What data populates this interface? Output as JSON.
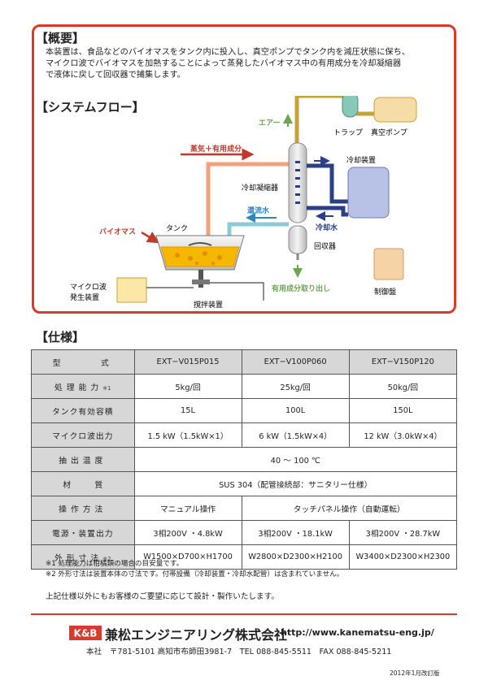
{
  "overview": {
    "heading": "【概要】",
    "lines": [
      "本装置は、食品などのバイオマスをタンク内に投入し、真空ポンプでタンク内を減圧状態に保ち、",
      "マイクロ波でバイオマスを加熱することによって蒸発したバイオマス中の有用成分を冷却凝縮器",
      "で液体に戻して回収器で捕集します。"
    ]
  },
  "flow": {
    "heading": "【システムフロー】",
    "labels": {
      "air": "エアー",
      "trap": "トラップ",
      "vacuum_pump": "真空ポンプ",
      "steam": "蒸気＋有用成分",
      "cooler": "冷却装置",
      "condenser": "冷却凝縮器",
      "return_water": "還流水",
      "cooling_water": "冷却水",
      "collector": "回収器",
      "biomass": "バイオマス",
      "tank": "タンク",
      "microwave_line1": "マイクロ波",
      "microwave_line2": "発生装置",
      "stirrer": "撹拌装置",
      "extract": "有用成分取り出し",
      "control": "制御盤"
    },
    "colors": {
      "red_box": "#d83a2c",
      "air_line": "#c9a235",
      "steam_line": "#f0a27d",
      "return_line": "#8ccbd6",
      "cooling_line": "#2b3f86",
      "arrow_green": "#6aa84f",
      "arrow_red": "#c0392b",
      "arrow_blue": "#2e86c1"
    }
  },
  "spec": {
    "heading": "【仕様】",
    "header": {
      "label": "型　　　式",
      "cols": [
        "EXT−V015P015",
        "EXT−V100P060",
        "EXT−V150P120"
      ]
    },
    "rows": [
      {
        "label": "処理能力",
        "note": "※1",
        "values": [
          "5kg/回",
          "25kg/回",
          "50kg/回"
        ]
      },
      {
        "label": "タンク有効容積",
        "values": [
          "15L",
          "100L",
          "150L"
        ]
      },
      {
        "label": "マイクロ波出力",
        "values": [
          "1.5 kW（1.5kW×1）",
          "6 kW（1.5kW×4）",
          "12 kW（3.0kW×4）"
        ]
      },
      {
        "label": "抽出温度",
        "span_value": "40 ～ 100 ℃"
      },
      {
        "label": "材　　　質",
        "span_value": "SUS 304（配管接続部：サニタリー仕様）"
      },
      {
        "label": "操作方法",
        "values": [
          "マニュアル操作"
        ],
        "span2_value": "タッチパネル操作（自動運転）"
      },
      {
        "label": "電源・装置出力",
        "values": [
          "3相200V ・4.8kW",
          "3相200V ・18.1kW",
          "3相200V ・28.7kW"
        ]
      },
      {
        "label": "外形寸法",
        "note": "※2",
        "values": [
          "W1500×D700×H1700",
          "W2800×D2300×H2100",
          "W3400×D2300×H2300"
        ]
      }
    ],
    "notes": [
      "※1 処理能力は柑橘類の場合の目安量です。",
      "※2 外形寸法は装置本体の寸法です。付帯設備（冷却装置・冷却水配管）は含まれていません。"
    ],
    "custom": "上記仕様以外にもお客様のご要望に応じて設計・製作いたします。"
  },
  "footer": {
    "logo": "K&B",
    "company": "兼松エンジニアリング株式会社",
    "url": "http://www.kanematsu-eng.jp/",
    "address": "本社　〒781-5101 高知市布師田3981-7　TEL 088-845-5511　FAX 088-845-5211",
    "revision": "2012年1月改訂版"
  }
}
